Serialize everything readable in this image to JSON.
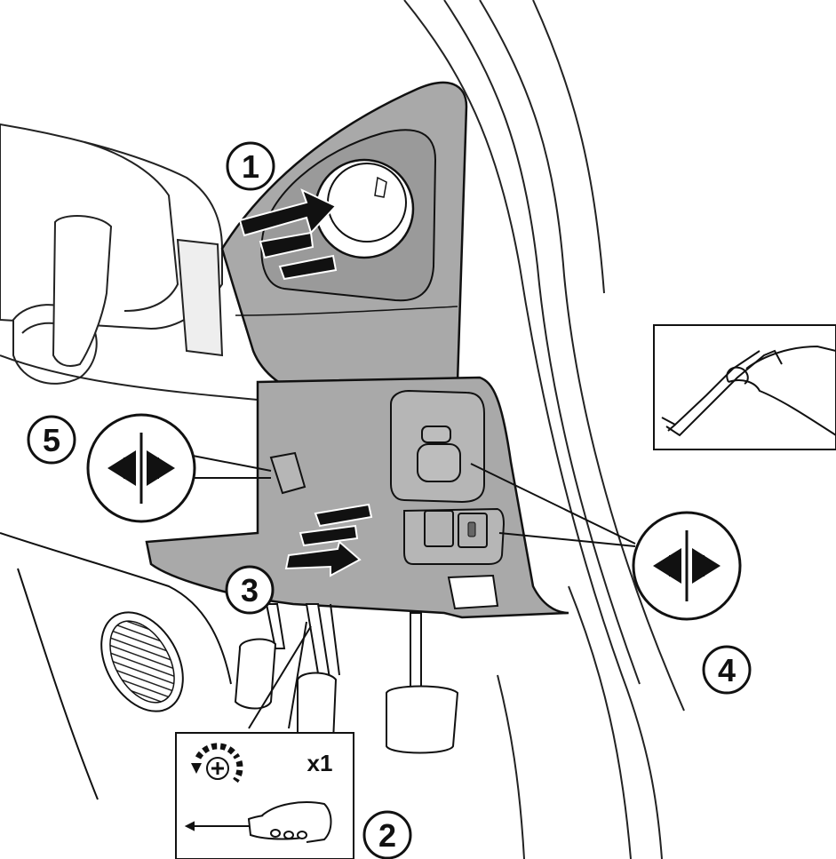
{
  "diagram": {
    "steps": [
      {
        "label": "1"
      },
      {
        "label": "2"
      },
      {
        "label": "3"
      },
      {
        "label": "4"
      },
      {
        "label": "5"
      }
    ],
    "tool_panel": {
      "quantity": "x1",
      "tool": "screwdriver-icon",
      "action": "unscrew-icon"
    },
    "detail_inset": {
      "content": "hand-prying-tool-icon"
    },
    "release_symbol": "clip-release-icon",
    "colors": {
      "panel": "#a9a9a9",
      "outline": "#111111",
      "background": "#ffffff"
    }
  }
}
